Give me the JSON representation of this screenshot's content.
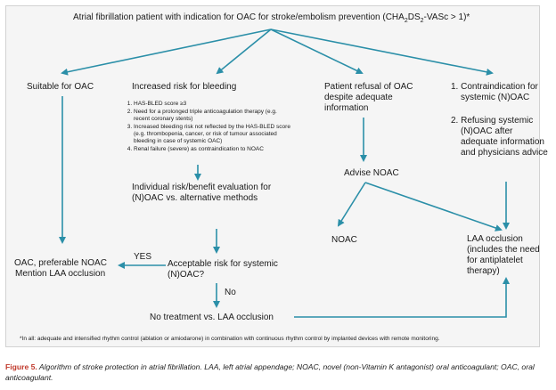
{
  "diagram": {
    "title": {
      "prefix": "Atrial fibrillation patient with indication for OAC for stroke/embolism prevention (CHA",
      "sub1": "2",
      "mid": "DS",
      "sub2": "2",
      "suffix": "-VASc > 1)*"
    },
    "branches": {
      "suitable": "Suitable for OAC",
      "bleeding": "Increased risk for bleeding",
      "refusal": [
        "Patient refusal of OAC",
        "despite adequate",
        "information"
      ],
      "contra_1": [
        "1. Contraindication for",
        "systemic (N)OAC"
      ],
      "contra_2": [
        "2. Refusing systemic",
        "(N)OAC after",
        "adequate information",
        "and physicians advice"
      ]
    },
    "bleeding_criteria": [
      [
        "HAS-BLED score ≥3"
      ],
      [
        "Need for a prolonged triple anticoagulation therapy (e.g.",
        "recent coronary stents)"
      ],
      [
        "Increased bleeding risk not reflected by the HAS-BLED score",
        "(e.g. thrombopenia, cancer, or risk of tumour associated",
        "bleeding in case of systemic OAC)"
      ],
      [
        "Renal failure (severe) as contraindication to NOAC"
      ]
    ],
    "evaluation": [
      "Individual risk/benefit evaluation for",
      "(N)OAC vs. alternative methods"
    ],
    "advise_noac": "Advise NOAC",
    "noac": "NOAC",
    "laa": [
      "LAA occlusion",
      "(includes the need",
      "for antiplatelet",
      "therapy)"
    ],
    "oac_result": [
      "OAC, preferable NOAC",
      "Mention LAA occlusion"
    ],
    "acceptable": [
      "Acceptable risk for systemic",
      "(N)OAC?"
    ],
    "yes": "YES",
    "no": "No",
    "no_treatment": "No treatment vs. LAA occlusion",
    "footnote": "*In all: adequate and intensified rhythm control (ablation or amiodarone) in combination with continuous rhythm control by implanted devices with remote monitoring.",
    "arrow_color": "#2b8fa8"
  },
  "caption": {
    "figure": "Figure 5.",
    "text": " Algorithm of stroke protection in atrial fibrillation. LAA, left atrial appendage; NOAC, novel (non-Vitamin K antagonist) oral anticoagulant; OAC, oral anticoagulant."
  }
}
